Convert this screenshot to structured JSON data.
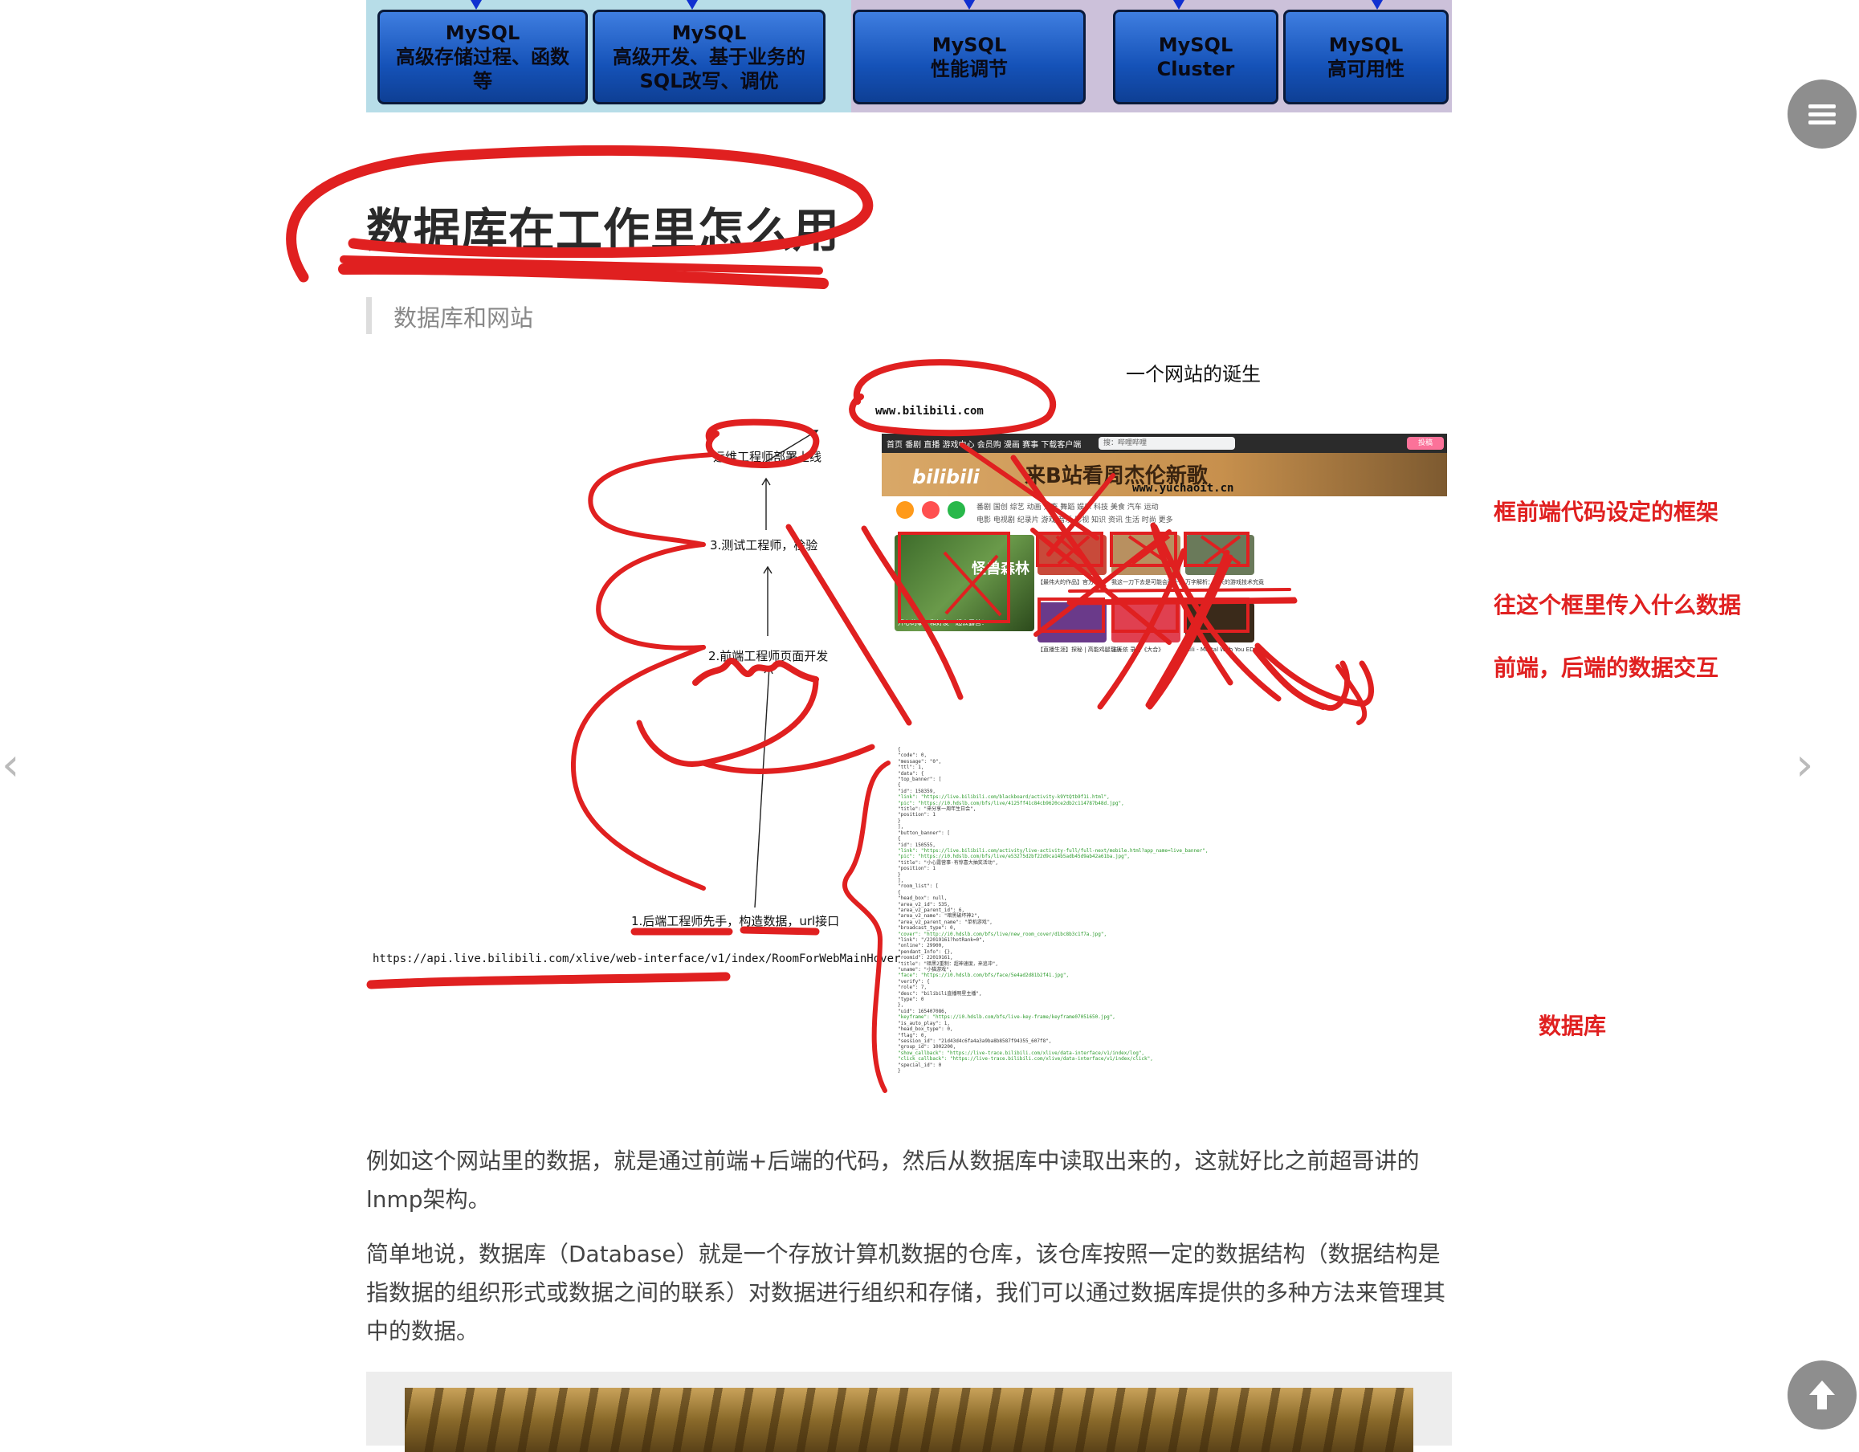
{
  "top_diagram": {
    "boxes": [
      {
        "line1": "MySQL",
        "line2": "高级存储过程、函数",
        "line3": "等"
      },
      {
        "line1": "MySQL",
        "line2": "高级开发、基于业务的",
        "line3": "SQL改写、调优"
      },
      {
        "line1": "MySQL",
        "line2": "性能调节",
        "line3": ""
      },
      {
        "line1": "MySQL",
        "line2": "Cluster",
        "line3": ""
      },
      {
        "line1": "MySQL",
        "line2": "高可用性",
        "line3": ""
      }
    ]
  },
  "heading": "数据库在工作里怎么用",
  "subheading": "数据库和网站",
  "annotation": {
    "birth_title": "一个网站的诞生",
    "domain": "www.bilibili.com",
    "step4": "运维工程师部署上线",
    "step3": "3.测试工程师，检验",
    "step2": "2.前端工程师页面开发",
    "step1": "1.后端工程师先手，构造数据，url接口",
    "api_url": "https://api.live.bilibili.com/xlive/web-interface/v1/index/RoomForWebMainHover",
    "red_notes": {
      "frame": "框前端代码设定的框架",
      "data_in": "往这个框里传入什么数据",
      "interaction": "前端，后端的数据交互",
      "database": "数据库"
    },
    "bili_screenshot": {
      "nav_text": "首页  番剧  直播  游戏中心  会员购  漫画  赛事  下载客户端",
      "search_placeholder": "搜：哔哩哔哩",
      "login_label": "投稿",
      "banner_logo": "bilibili",
      "banner_text": "来B站看周杰伦新歌",
      "watermark_url": "www.yuchaoit.cn",
      "category_row1": "番剧  国创  综艺  动画  鬼畜  舞蹈  娱乐  科技  美食  汽车  运动",
      "category_row2": "电影  电视剧  纪录片  游戏  音乐  影视  知识  资讯  生活  时尚  更多",
      "big_card_title": "怪兽森林",
      "big_card_caption": "开心的事？和好友一起去露营！",
      "cards": [
        "【最伟大的作品】官方MV",
        "我这一刀下去是可能会胖十斤",
        "万字解析：今天的游戏技术究竟",
        "【直播生涯】探秘 | 高能鸡腿现场",
        "法天依 录音《大合》",
        "Mili - Mortal With You ED"
      ]
    },
    "json_lines": [
      "{",
      "  \"code\": 0,",
      "  \"message\": \"0\",",
      "  \"ttl\": 1,",
      "  \"data\": {",
      "    \"top_banner\": [",
      "      {",
      "        \"id\": 158359,",
      "        \"link\": \"https://live.bilibili.com/blackboard/activity-k9YtQtb9f1i.html\",",
      "        \"pic\": \"https://i0.hdslb.com/bfs/live/4125ff41c84cb9620ce2db2c114787b48d.jpg\",",
      "        \"title\": \"来分享一周年生日会\",",
      "        \"position\": 1",
      "      }",
      "    ],",
      "    \"button_banner\": [",
      "      {",
      "        \"id\": 150555,",
      "        \"link\": \"https://live.bilibili.com/activity/live-activity-full/full-next/mobile.html?app_name=live_banner\",",
      "        \"pic\": \"https://i0.hdslb.com/bfs/live/e53275d2bf22d9ca14b5adb45d9ab42a61ba.jpg\",",
      "        \"title\": \"小心露营事·有惊喜大抽奖活动\",",
      "        \"position\": 1",
      "      }",
      "    ],",
      "    \"room_list\": [",
      "      {",
      "        \"head_box\": null,",
      "        \"area_v2_id\": 535,",
      "        \"area_v2_parent_id\": 6,",
      "        \"area_v2_name\": \"暗黑破坏神2\",",
      "        \"area_v2_parent_name\": \"单机游戏\",",
      "        \"broadcast_type\": 0,",
      "        \"cover\": \"http://i0.hdslb.com/bfs/live/new_room_cover/d1bc8b3c1f7a.jpg\",",
      "        \"link\": \"/22019161?hotRank=0\",",
      "        \"online\": 29900,",
      "        \"pendant_Info\": {},",
      "        \"roomid\": 22019161,",
      "        \"title\": \"暗黑2重制：超神速度，来追冲\",",
      "        \"uname\": \"小猫游戏\",",
      "        \"face\": \"https://i0.hdslb.com/bfs/face/5e4ad2d81b2f41.jpg\",",
      "        \"verify\": {",
      "          \"role\": 7,",
      "          \"desc\": \"bilibili直播明星主播\",",
      "          \"type\": 0",
      "        },",
      "        \"uid\": 165407086,",
      "        \"keyframe\": \"https://i0.hdslb.com/bfs/live-key-frame/keyframe07051650.jpg\",",
      "        \"is_auto_play\": 1,",
      "        \"head_box_type\": 0,",
      "        \"flag\": 0,",
      "        \"session_id\": \"21d43d4c6fa4a3a9ba8b8587f94355_607f8\",",
      "        \"group_id\": 1002200,",
      "        \"show_callback\": \"https://live-trace.bilibili.com/xlive/data-interface/v1/index/log\",",
      "        \"click_callback\": \"https://live-trace.bilibili.com/xlive/data-interface/v1/index/click\",",
      "        \"special_id\": 0",
      "      }"
    ]
  },
  "paragraph1": "例如这个网站里的数据，就是通过前端+后端的代码，然后从数据库中读取出来的，这就好比之前超哥讲的lnmp架构。",
  "paragraph2": "简单地说，数据库（Database）就是一个存放计算机数据的仓库，该仓库按照一定的数据结构（数据结构是指数据的组织形式或数据之间的联系）对数据进行组织和存储，我们可以通过数据库提供的多种方法来管理其中的数据。",
  "colors": {
    "annotation_red": "#e02020",
    "mysql_box": "#1552b8",
    "button_grey": "#8e8e8e"
  }
}
